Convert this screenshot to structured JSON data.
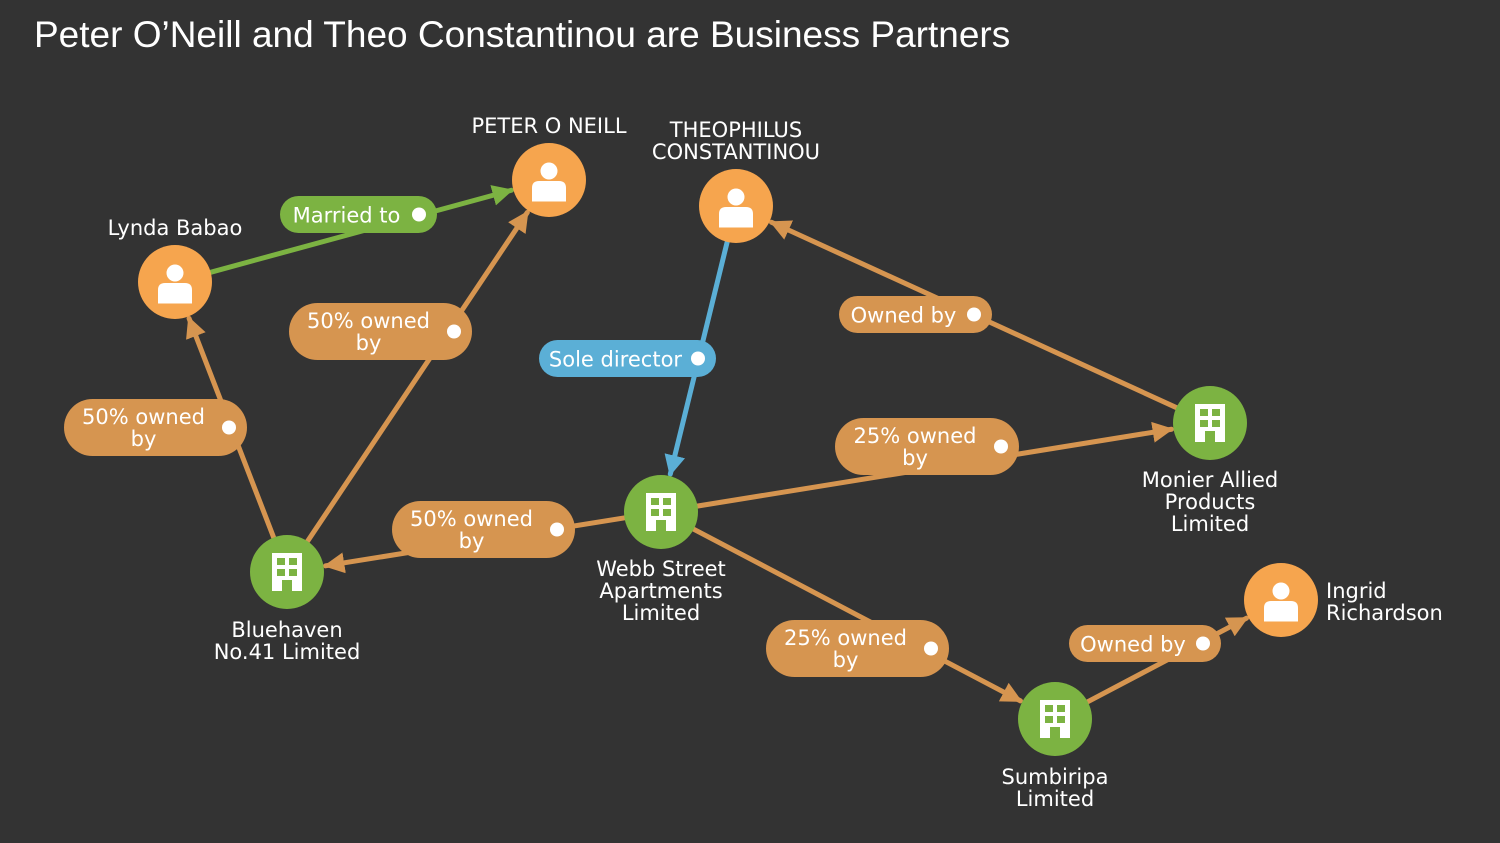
{
  "title": "Peter O’Neill and Theo Constantinou are Business Partners",
  "colors": {
    "background": "#333333",
    "person": "#F6A54E",
    "company": "#7CB342",
    "owned_edge": "#D69550",
    "married_edge": "#7CB342",
    "director_edge": "#5BAFD6",
    "owned_pill": "#D69550",
    "married_pill": "#7CB342",
    "director_pill": "#5BAFD6"
  },
  "nodes": [
    {
      "id": "peter",
      "type": "person",
      "icon": "person-icon",
      "label": [
        "PETER O NEILL"
      ]
    },
    {
      "id": "theo",
      "type": "person",
      "icon": "person-icon",
      "label": [
        "THEOPHILUS",
        "CONSTANTINOU"
      ]
    },
    {
      "id": "lynda",
      "type": "person",
      "icon": "person-icon",
      "label": [
        "Lynda Babao"
      ]
    },
    {
      "id": "ingrid",
      "type": "person",
      "icon": "person-icon",
      "label": [
        "Ingrid",
        "Richardson"
      ]
    },
    {
      "id": "bluehaven",
      "type": "company",
      "icon": "building-icon",
      "label": [
        "Bluehaven",
        "No.41 Limited"
      ]
    },
    {
      "id": "webb",
      "type": "company",
      "icon": "building-icon",
      "label": [
        "Webb Street",
        "Apartments",
        "Limited"
      ]
    },
    {
      "id": "monier",
      "type": "company",
      "icon": "building-icon",
      "label": [
        "Monier Allied",
        "Products",
        "Limited"
      ]
    },
    {
      "id": "sumbiripa",
      "type": "company",
      "icon": "building-icon",
      "label": [
        "Sumbiripa",
        "Limited"
      ]
    }
  ],
  "edges": [
    {
      "id": "e1",
      "from": "lynda",
      "to": "peter",
      "kind": "married",
      "label": [
        "Married to"
      ]
    },
    {
      "id": "e2",
      "from": "bluehaven",
      "to": "peter",
      "kind": "owned",
      "label": [
        "50% owned",
        "by"
      ]
    },
    {
      "id": "e3",
      "from": "bluehaven",
      "to": "lynda",
      "kind": "owned",
      "label": [
        "50% owned",
        "by"
      ]
    },
    {
      "id": "e4",
      "from": "theo",
      "to": "webb",
      "kind": "director",
      "label": [
        "Sole director"
      ]
    },
    {
      "id": "e5",
      "from": "monier",
      "to": "theo",
      "kind": "owned",
      "label": [
        "Owned by"
      ]
    },
    {
      "id": "e6",
      "from": "webb",
      "to": "monier",
      "kind": "owned",
      "label": [
        "25% owned",
        "by"
      ]
    },
    {
      "id": "e7",
      "from": "webb",
      "to": "bluehaven",
      "kind": "owned",
      "label": [
        "50% owned",
        "by"
      ]
    },
    {
      "id": "e8",
      "from": "webb",
      "to": "sumbiripa",
      "kind": "owned",
      "label": [
        "25% owned",
        "by"
      ]
    },
    {
      "id": "e9",
      "from": "sumbiripa",
      "to": "ingrid",
      "kind": "owned",
      "label": [
        "Owned by"
      ]
    }
  ]
}
